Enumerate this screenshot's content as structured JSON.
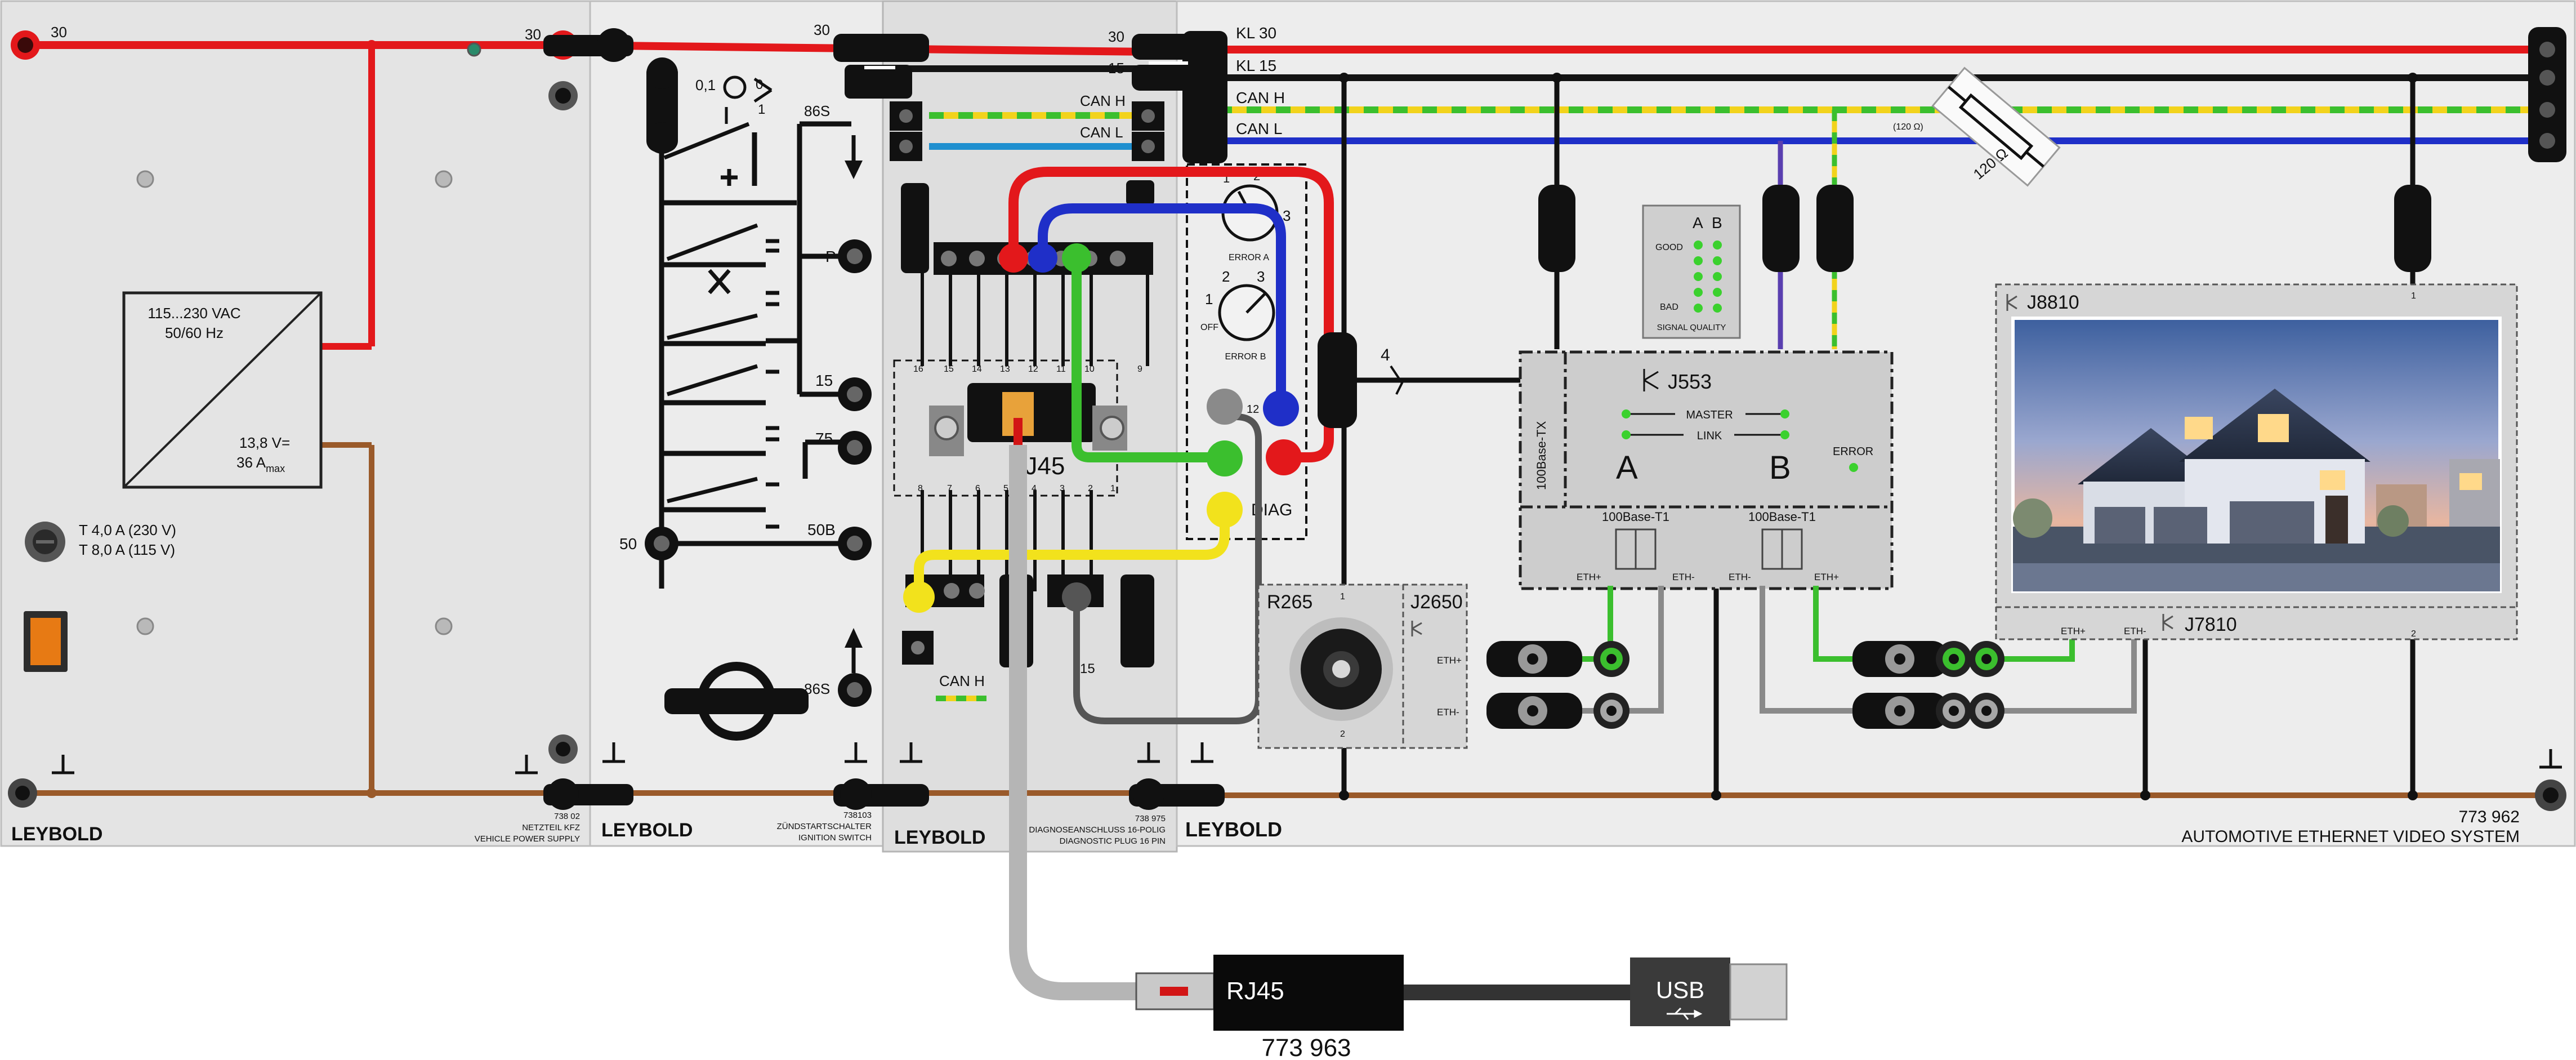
{
  "colors": {
    "panel": "#e6e6e6",
    "panel_dark": "#dddddd",
    "kl30": "#e3181b",
    "kl15": "#141414",
    "can_h_a": "#f2d31c",
    "can_h_b": "#3bbf2e",
    "can_l": "#1f2fc8",
    "ground": "#9a5a2a",
    "eth_plus": "#3bbf2e",
    "eth_minus": "#8a8a8a"
  },
  "labels": {
    "psu": {
      "terminal_30": "30",
      "output_30": "30",
      "input_line1": "115...230 VAC",
      "input_line2": "50/60 Hz",
      "output_line1": "13,8 V=",
      "output_line2": "36 A",
      "output_sub": "max",
      "fuse_line1": "T 4,0 A  (230 V)",
      "fuse_line2": "T 8,0 A  (115 V)",
      "brand": "LEYBOLD",
      "part_no": "738 02",
      "name_de": "NETZTEIL KFZ",
      "name_en": "VEHICLE POWER SUPPLY"
    },
    "ignition": {
      "pos_0": "0",
      "pos_01": "0,1",
      "pos_1": "1",
      "term_30": "30",
      "term_86s_top": "86S",
      "term_p": "P",
      "term_15": "15",
      "term_75": "75",
      "term_50": "50",
      "term_50b": "50B",
      "term_86s_bottom": "86S",
      "brand": "LEYBOLD",
      "part_no": "738103",
      "name_de": "ZÜNDSTARTSCHALTER",
      "name_en": "IGNITION SWITCH"
    },
    "diag": {
      "term_30": "30",
      "term_15": "15",
      "can_h": "CAN H",
      "can_l": "CAN L",
      "pins_top": [
        "16",
        "15",
        "14",
        "13",
        "12",
        "11",
        "10",
        "9"
      ],
      "pins_bottom": [
        "8",
        "7",
        "6",
        "5",
        "4",
        "3",
        "2",
        "1"
      ],
      "rj45": "RJ45",
      "error_a": "ERROR A",
      "error_b": "ERROR B",
      "off": "OFF",
      "knob_a_1": "1",
      "knob_a_2": "2",
      "knob_a_3": "3",
      "knob_b_1": "1",
      "knob_b_2": "2",
      "knob_b_3": "3",
      "diag": "DIAG",
      "pin_3": "3",
      "pin_12": "12",
      "pin_15": "15",
      "can_h_bottom": "CAN H",
      "brand": "LEYBOLD",
      "part_no": "738 975",
      "name_de": "DIAGNOSEANSCHLUSS 16-POLIG",
      "name_en": "DIAGNOSTIC PLUG 16 PIN"
    },
    "system": {
      "kl30": "KL 30",
      "kl15": "KL 15",
      "can_h": "CAN H",
      "can_l": "CAN L",
      "resistor": "120 Ω",
      "resistor_small": "(120 Ω)",
      "wire_4": "4",
      "gateway": "J553",
      "master": "MASTER",
      "link": "LINK",
      "port_a": "A",
      "port_b": "B",
      "error": "ERROR",
      "base_tx": "100Base-TX",
      "base_t1_a": "100Base-T1",
      "base_t1_b": "100Base-T1",
      "eth_plus_a": "ETH+",
      "eth_minus_a": "ETH-",
      "eth_minus_b": "ETH-",
      "eth_plus_b": "ETH+",
      "sq_a": "A",
      "sq_b": "B",
      "sq_good": "GOOD",
      "sq_bad": "BAD",
      "sq_title": "SIGNAL QUALITY",
      "camera": "R265",
      "camera_ecu": "J2650",
      "cam_eth_plus": "ETH+",
      "cam_eth_minus": "ETH-",
      "cam_pin1": "1",
      "cam_pin2": "2",
      "display": "J8810",
      "display_ecu": "J7810",
      "disp_eth_plus": "ETH+",
      "disp_eth_minus": "ETH-",
      "disp_pin1": "1",
      "disp_pin2": "2",
      "brand": "LEYBOLD",
      "part_no": "773 962",
      "name": "AUTOMOTIVE ETHERNET VIDEO SYSTEM"
    },
    "cable": {
      "rj45": "RJ45",
      "usb": "USB",
      "part_no": "773 963"
    }
  }
}
